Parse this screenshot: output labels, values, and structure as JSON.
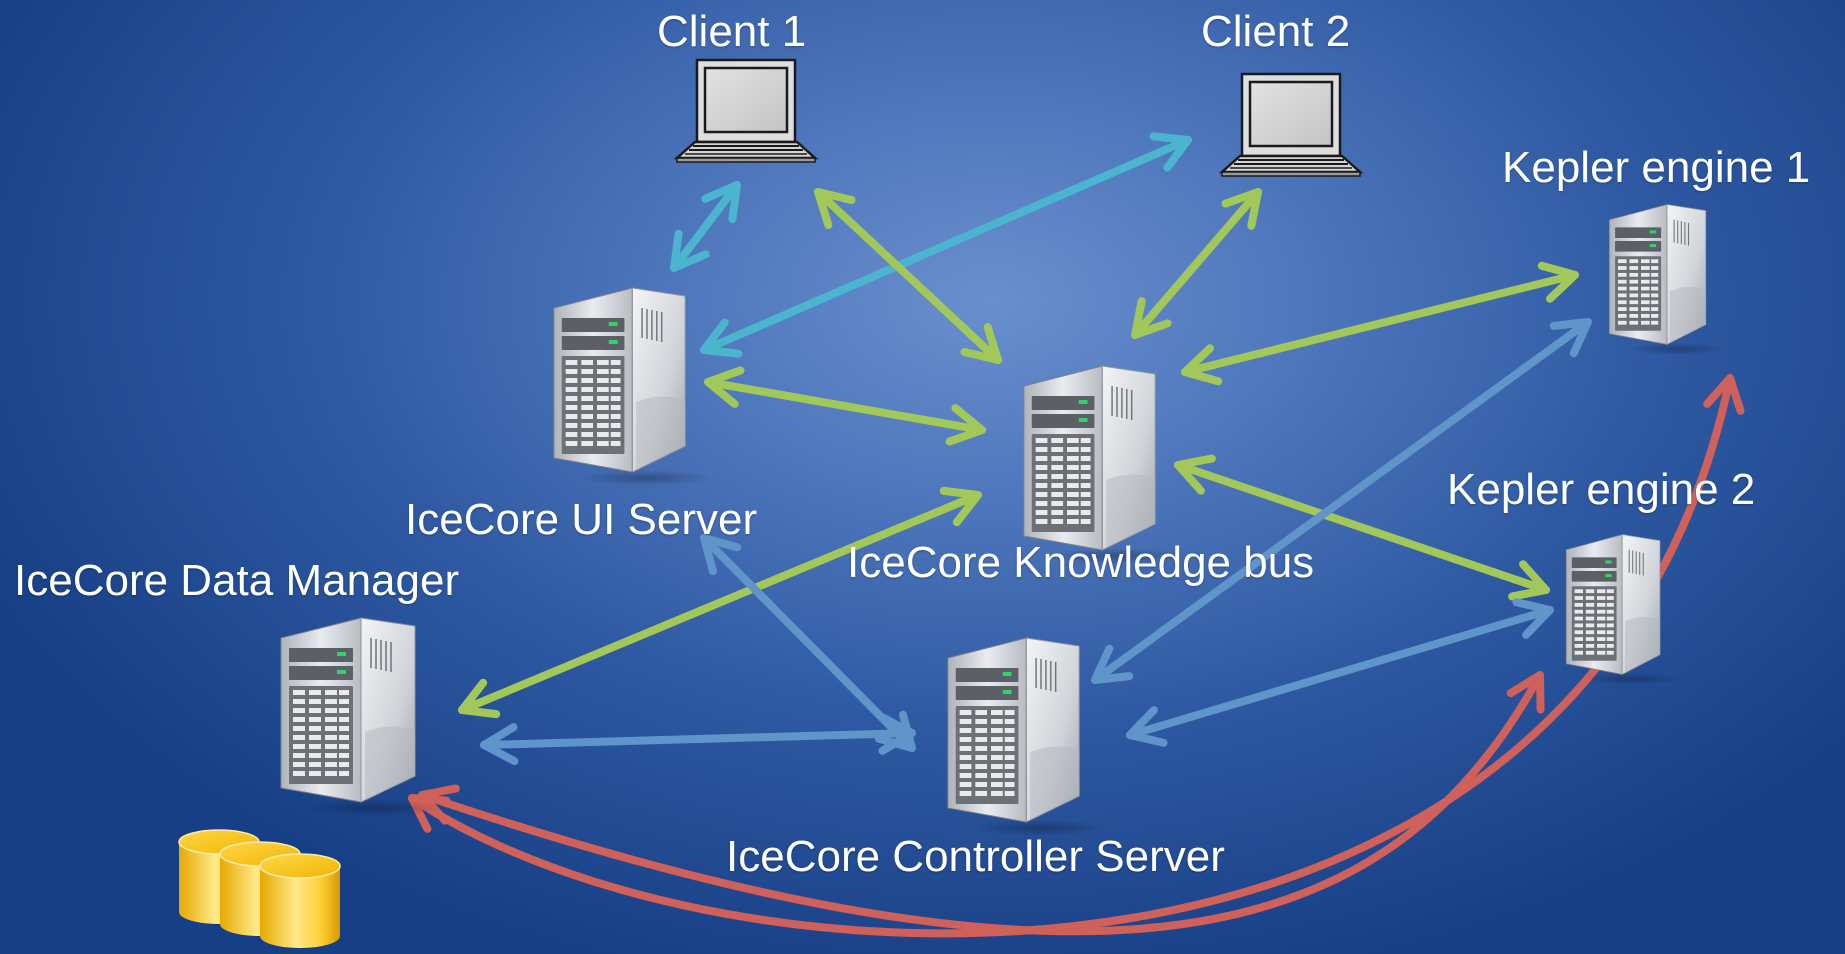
{
  "nodes": {
    "client1": {
      "label": "Client 1",
      "kind": "laptop"
    },
    "client2": {
      "label": "Client 2",
      "kind": "laptop"
    },
    "kepler1": {
      "label": "Kepler engine 1",
      "kind": "server"
    },
    "kepler2": {
      "label": "Kepler engine 2",
      "kind": "server"
    },
    "ui_server": {
      "label": "IceCore UI Server",
      "kind": "server"
    },
    "knowledge_bus": {
      "label": "IceCore Knowledge bus",
      "kind": "server"
    },
    "data_manager": {
      "label": "IceCore Data Manager",
      "kind": "server"
    },
    "controller": {
      "label": "IceCore Controller Server",
      "kind": "server"
    },
    "database": {
      "kind": "database-cylinders"
    }
  },
  "connection_colors": {
    "cyan": "#4bb5cf",
    "green": "#a3c85a",
    "blue": "#5f95c9",
    "red": "#d0605a"
  },
  "connections": [
    {
      "from": "client1",
      "to": "ui_server",
      "color": "cyan",
      "bidirectional": true
    },
    {
      "from": "client2",
      "to": "ui_server",
      "color": "cyan",
      "bidirectional": true
    },
    {
      "from": "client1",
      "to": "knowledge_bus",
      "color": "green",
      "bidirectional": true
    },
    {
      "from": "client2",
      "to": "knowledge_bus",
      "color": "green",
      "bidirectional": true
    },
    {
      "from": "ui_server",
      "to": "knowledge_bus",
      "color": "green",
      "bidirectional": true
    },
    {
      "from": "knowledge_bus",
      "to": "kepler1",
      "color": "green",
      "bidirectional": true
    },
    {
      "from": "knowledge_bus",
      "to": "kepler2",
      "color": "green",
      "bidirectional": true
    },
    {
      "from": "knowledge_bus",
      "to": "data_manager",
      "color": "green",
      "bidirectional": true
    },
    {
      "from": "ui_server",
      "to": "controller",
      "color": "blue",
      "bidirectional": true
    },
    {
      "from": "controller",
      "to": "kepler1",
      "color": "blue",
      "bidirectional": true
    },
    {
      "from": "controller",
      "to": "kepler2",
      "color": "blue",
      "bidirectional": true
    },
    {
      "from": "data_manager",
      "to": "controller",
      "color": "blue",
      "bidirectional": true
    },
    {
      "from": "data_manager",
      "to": "kepler1",
      "color": "red",
      "bidirectional": true
    },
    {
      "from": "data_manager",
      "to": "kepler2",
      "color": "red",
      "bidirectional": true
    }
  ]
}
